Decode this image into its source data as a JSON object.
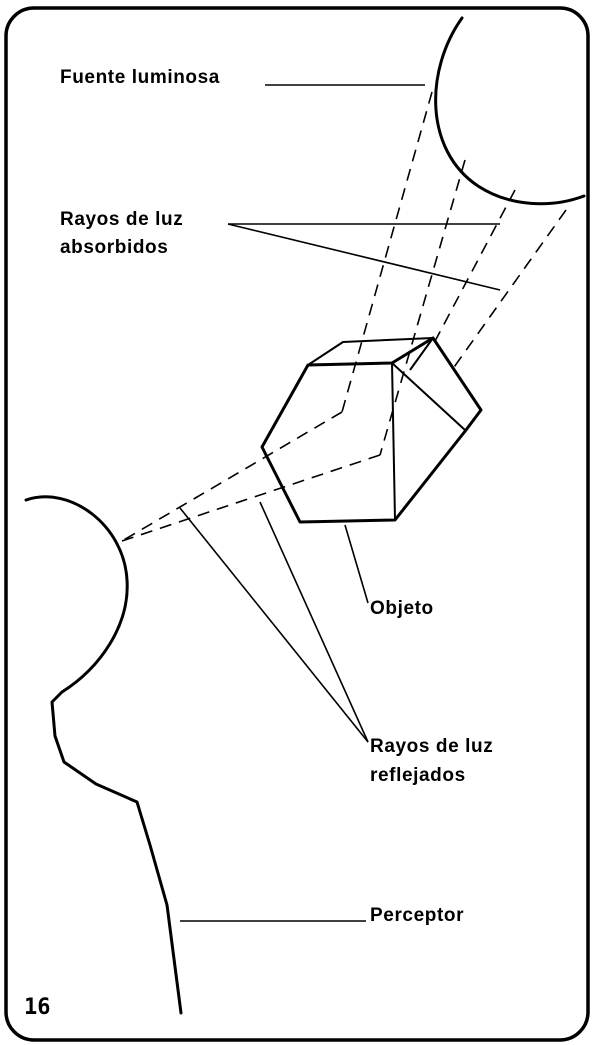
{
  "labels": {
    "source": "Fuente luminosa",
    "absorbed_line1": "Rayos de luz",
    "absorbed_line2": "absorbidos",
    "object": "Objeto",
    "reflected_line1": "Rayos de luz",
    "reflected_line2": "reflejados",
    "perceiver": "Perceptor",
    "page_number": "16"
  }
}
